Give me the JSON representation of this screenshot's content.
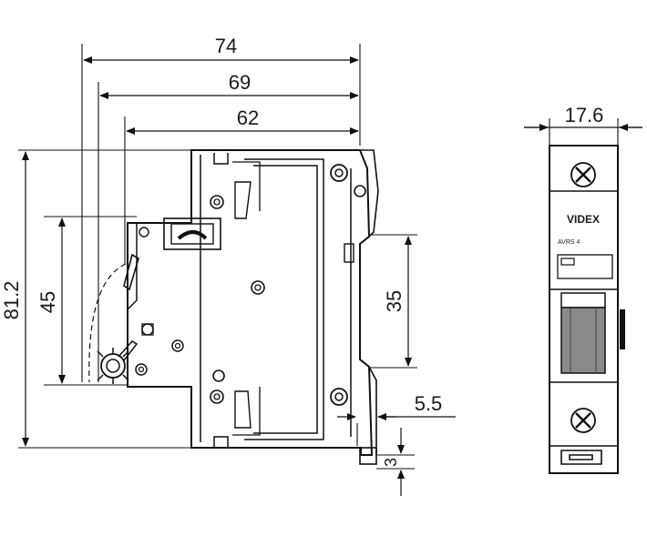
{
  "dimensions": {
    "total_width": "74",
    "width_69": "69",
    "width_62": "62",
    "height_total": "81.2",
    "height_45": "45",
    "height_35": "35",
    "offset_5_5": "5.5",
    "offset_3": "3",
    "module_width": "17.6"
  },
  "front_label": {
    "brand": "VIDEX",
    "model_prefix": "AVRS",
    "model_suffix": "4"
  },
  "colors": {
    "line": "#111111",
    "handle_fill": "#8a8a8a",
    "background": "#ffffff"
  }
}
